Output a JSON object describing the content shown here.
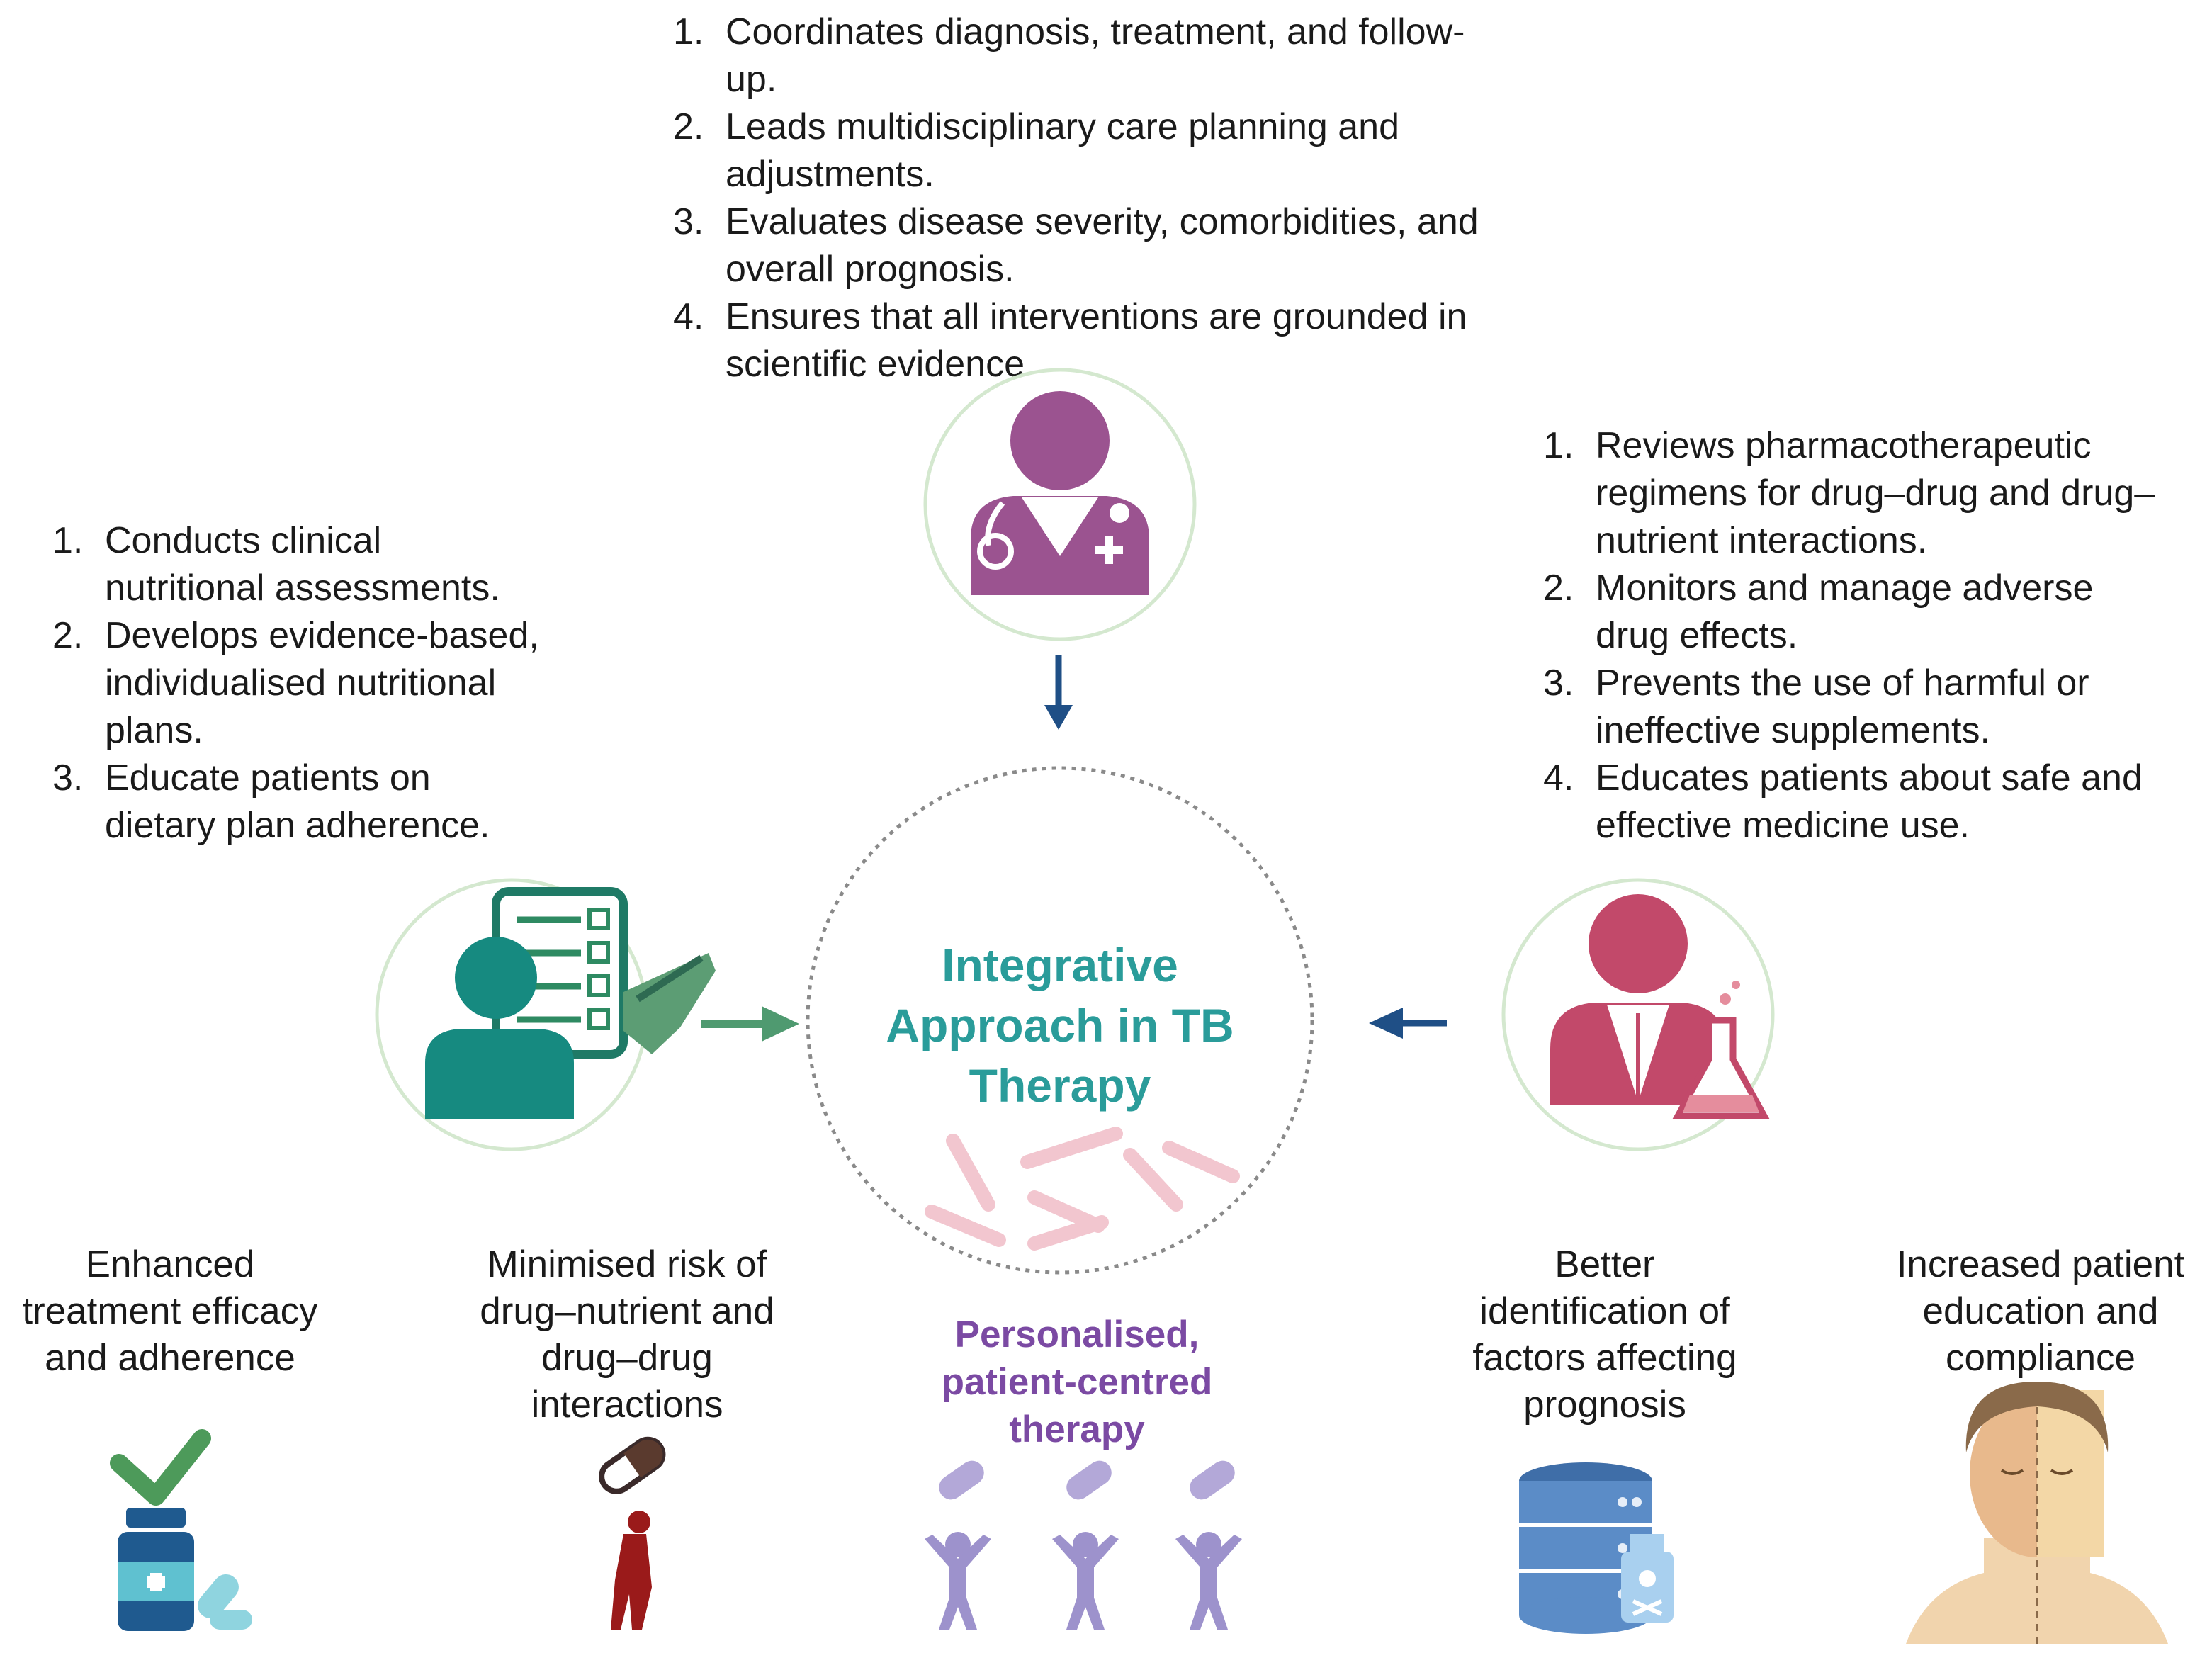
{
  "physician": {
    "role": "physician",
    "items": [
      {
        "num": "1.",
        "text": "Coordinates diagnosis, treatment, and follow-\nup."
      },
      {
        "num": "2.",
        "text": "Leads multidisciplinary care planning and\nadjustments."
      },
      {
        "num": "3.",
        "text": "Evaluates disease severity, comorbidities, and\noverall prognosis."
      },
      {
        "num": "4.",
        "text": "Ensures that all interventions are grounded in\nscientific evidence."
      }
    ]
  },
  "dietitian": {
    "role": "dietitian",
    "items": [
      {
        "num": "1.",
        "text": "Conducts clinical\nnutritional assessments."
      },
      {
        "num": "2.",
        "text": "Develops evidence-based,\nindividualised nutritional\nplans."
      },
      {
        "num": "3.",
        "text": "Educate patients on\ndietary plan adherence."
      }
    ]
  },
  "pharmacist": {
    "role": "pharmacist",
    "items": [
      {
        "num": "1.",
        "text": "Reviews pharmacotherapeutic\nregimens for drug–drug and drug–\nnutrient interactions."
      },
      {
        "num": "2.",
        "text": "Monitors and manage adverse\ndrug effects."
      },
      {
        "num": "3.",
        "text": "Prevents the use of harmful or\nineffective supplements."
      },
      {
        "num": "4.",
        "text": "Educates patients about safe and\neffective  medicine use."
      }
    ]
  },
  "center": {
    "title": "Integrative\nApproach in TB\nTherapy"
  },
  "outcomes": {
    "efficacy": "Enhanced\ntreatment efficacy\nand adherence",
    "interactions": "Minimised risk of\ndrug–nutrient and\ndrug–drug\ninteractions",
    "personalised": "Personalised,\npatient-centred\ntherapy",
    "prognosis": "Better\nidentification of\nfactors affecting\nprognosis",
    "education": "Increased patient\neducation and\ncompliance"
  },
  "colors": {
    "physician": "#9b5390",
    "pharmacist": "#c2496a",
    "dietitian": "#168a80",
    "arrow_blue": "#1f4f86",
    "arrow_green": "#4f9a70",
    "center_title": "#2a9c9a",
    "personalised": "#7b4aa3",
    "bacteria": "#f2c6cf",
    "figure_purple": "#b3a8d8"
  },
  "icons": {
    "physician": "doctor-icon",
    "dietitian": "dietitian-clipboard-icon",
    "pharmacist": "pharmacist-flask-icon",
    "efficacy": "checkmark-medicine-bottle-icon",
    "interactions": "capsule-sick-person-icon",
    "personalised": "capsules-people-icon",
    "prognosis": "database-poison-bottle-icon",
    "education": "patient-face-icon"
  }
}
